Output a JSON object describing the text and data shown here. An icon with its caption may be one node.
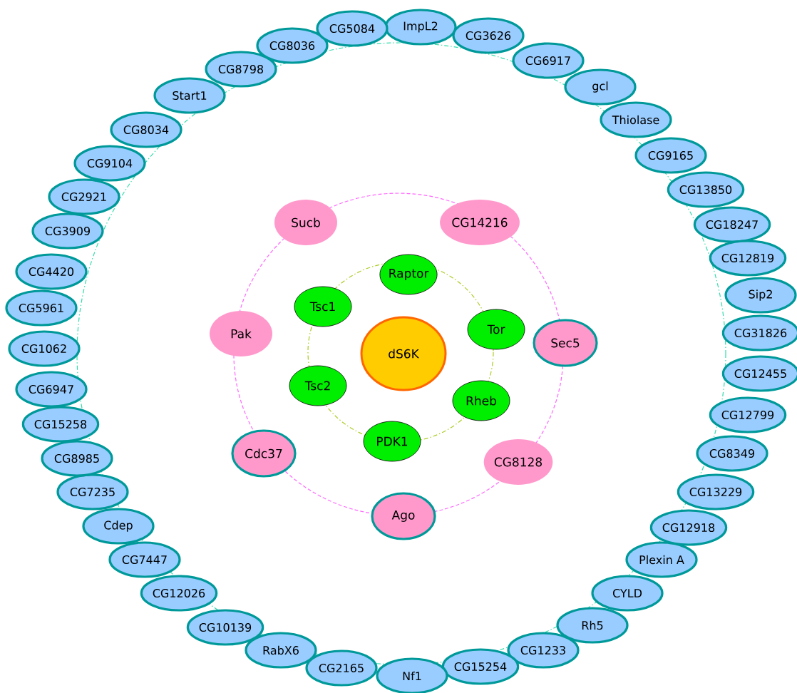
{
  "diagram": {
    "nodes": [
      {
        "text": [
          "dS6K"
        ]
      },
      {
        "text": [
          "Raptor"
        ]
      },
      {
        "text": [
          "Tor"
        ]
      },
      {
        "text": [
          "Rheb"
        ]
      },
      {
        "text": [
          "PDK1"
        ]
      },
      {
        "text": [
          "Tsc2"
        ]
      },
      {
        "text": [
          "Tsc1"
        ]
      },
      {
        "text": [
          "CG14216"
        ]
      },
      {
        "text": [
          "Sec5"
        ]
      },
      {
        "text": [
          "CG8128"
        ]
      },
      {
        "text": [
          "Ago"
        ]
      },
      {
        "text": [
          "Cdc37"
        ]
      },
      {
        "text": [
          "Pak"
        ]
      },
      {
        "text": [
          "Sucb"
        ]
      },
      {
        "text": [
          "ImpL2"
        ]
      },
      {
        "text": [
          "CG3626"
        ]
      },
      {
        "text": [
          "CG6917"
        ]
      },
      {
        "text": [
          "gcl"
        ]
      },
      {
        "text": [
          "Thiolase"
        ]
      },
      {
        "text": [
          "CG9165"
        ]
      },
      {
        "text": [
          "CG13850"
        ]
      },
      {
        "text": [
          "CG18247"
        ]
      },
      {
        "text": [
          "CG12819"
        ]
      },
      {
        "text": [
          "Sip2"
        ]
      },
      {
        "text": [
          "CG31826"
        ]
      },
      {
        "text": [
          "CG12455"
        ]
      },
      {
        "text": [
          "CG12799"
        ]
      },
      {
        "text": [
          "CG8349"
        ]
      },
      {
        "text": [
          "CG13229"
        ]
      },
      {
        "text": [
          "CG12918"
        ]
      },
      {
        "text": [
          "Plexin A"
        ]
      },
      {
        "text": [
          "CYLD"
        ]
      },
      {
        "text": [
          "Rh5"
        ]
      },
      {
        "text": [
          "CG1233"
        ]
      },
      {
        "text": [
          "CG15254"
        ]
      },
      {
        "text": [
          "Nf1"
        ]
      },
      {
        "text": [
          "CG2165"
        ]
      },
      {
        "text": [
          "RabX6"
        ]
      },
      {
        "text": [
          "CG10139"
        ]
      },
      {
        "text": [
          "CG12026"
        ]
      },
      {
        "text": [
          "CG7447"
        ]
      },
      {
        "text": [
          "Cdep"
        ]
      },
      {
        "text": [
          "CG7235"
        ]
      },
      {
        "text": [
          "CG8985"
        ]
      },
      {
        "text": [
          "CG15258"
        ]
      },
      {
        "text": [
          "CG6947"
        ]
      },
      {
        "text": [
          "CG1062"
        ]
      },
      {
        "text": [
          "CG5961"
        ]
      },
      {
        "text": [
          "CG4420"
        ]
      },
      {
        "text": [
          "CG3909"
        ]
      },
      {
        "text": [
          "CG2921"
        ]
      },
      {
        "text": [
          "CG9104"
        ]
      },
      {
        "text": [
          "CG8034"
        ]
      },
      {
        "text": [
          "Start1"
        ]
      },
      {
        "text": [
          "CG8798"
        ]
      },
      {
        "text": [
          "CG8036"
        ]
      },
      {
        "text": [
          "CG5084"
        ]
      }
    ]
  }
}
